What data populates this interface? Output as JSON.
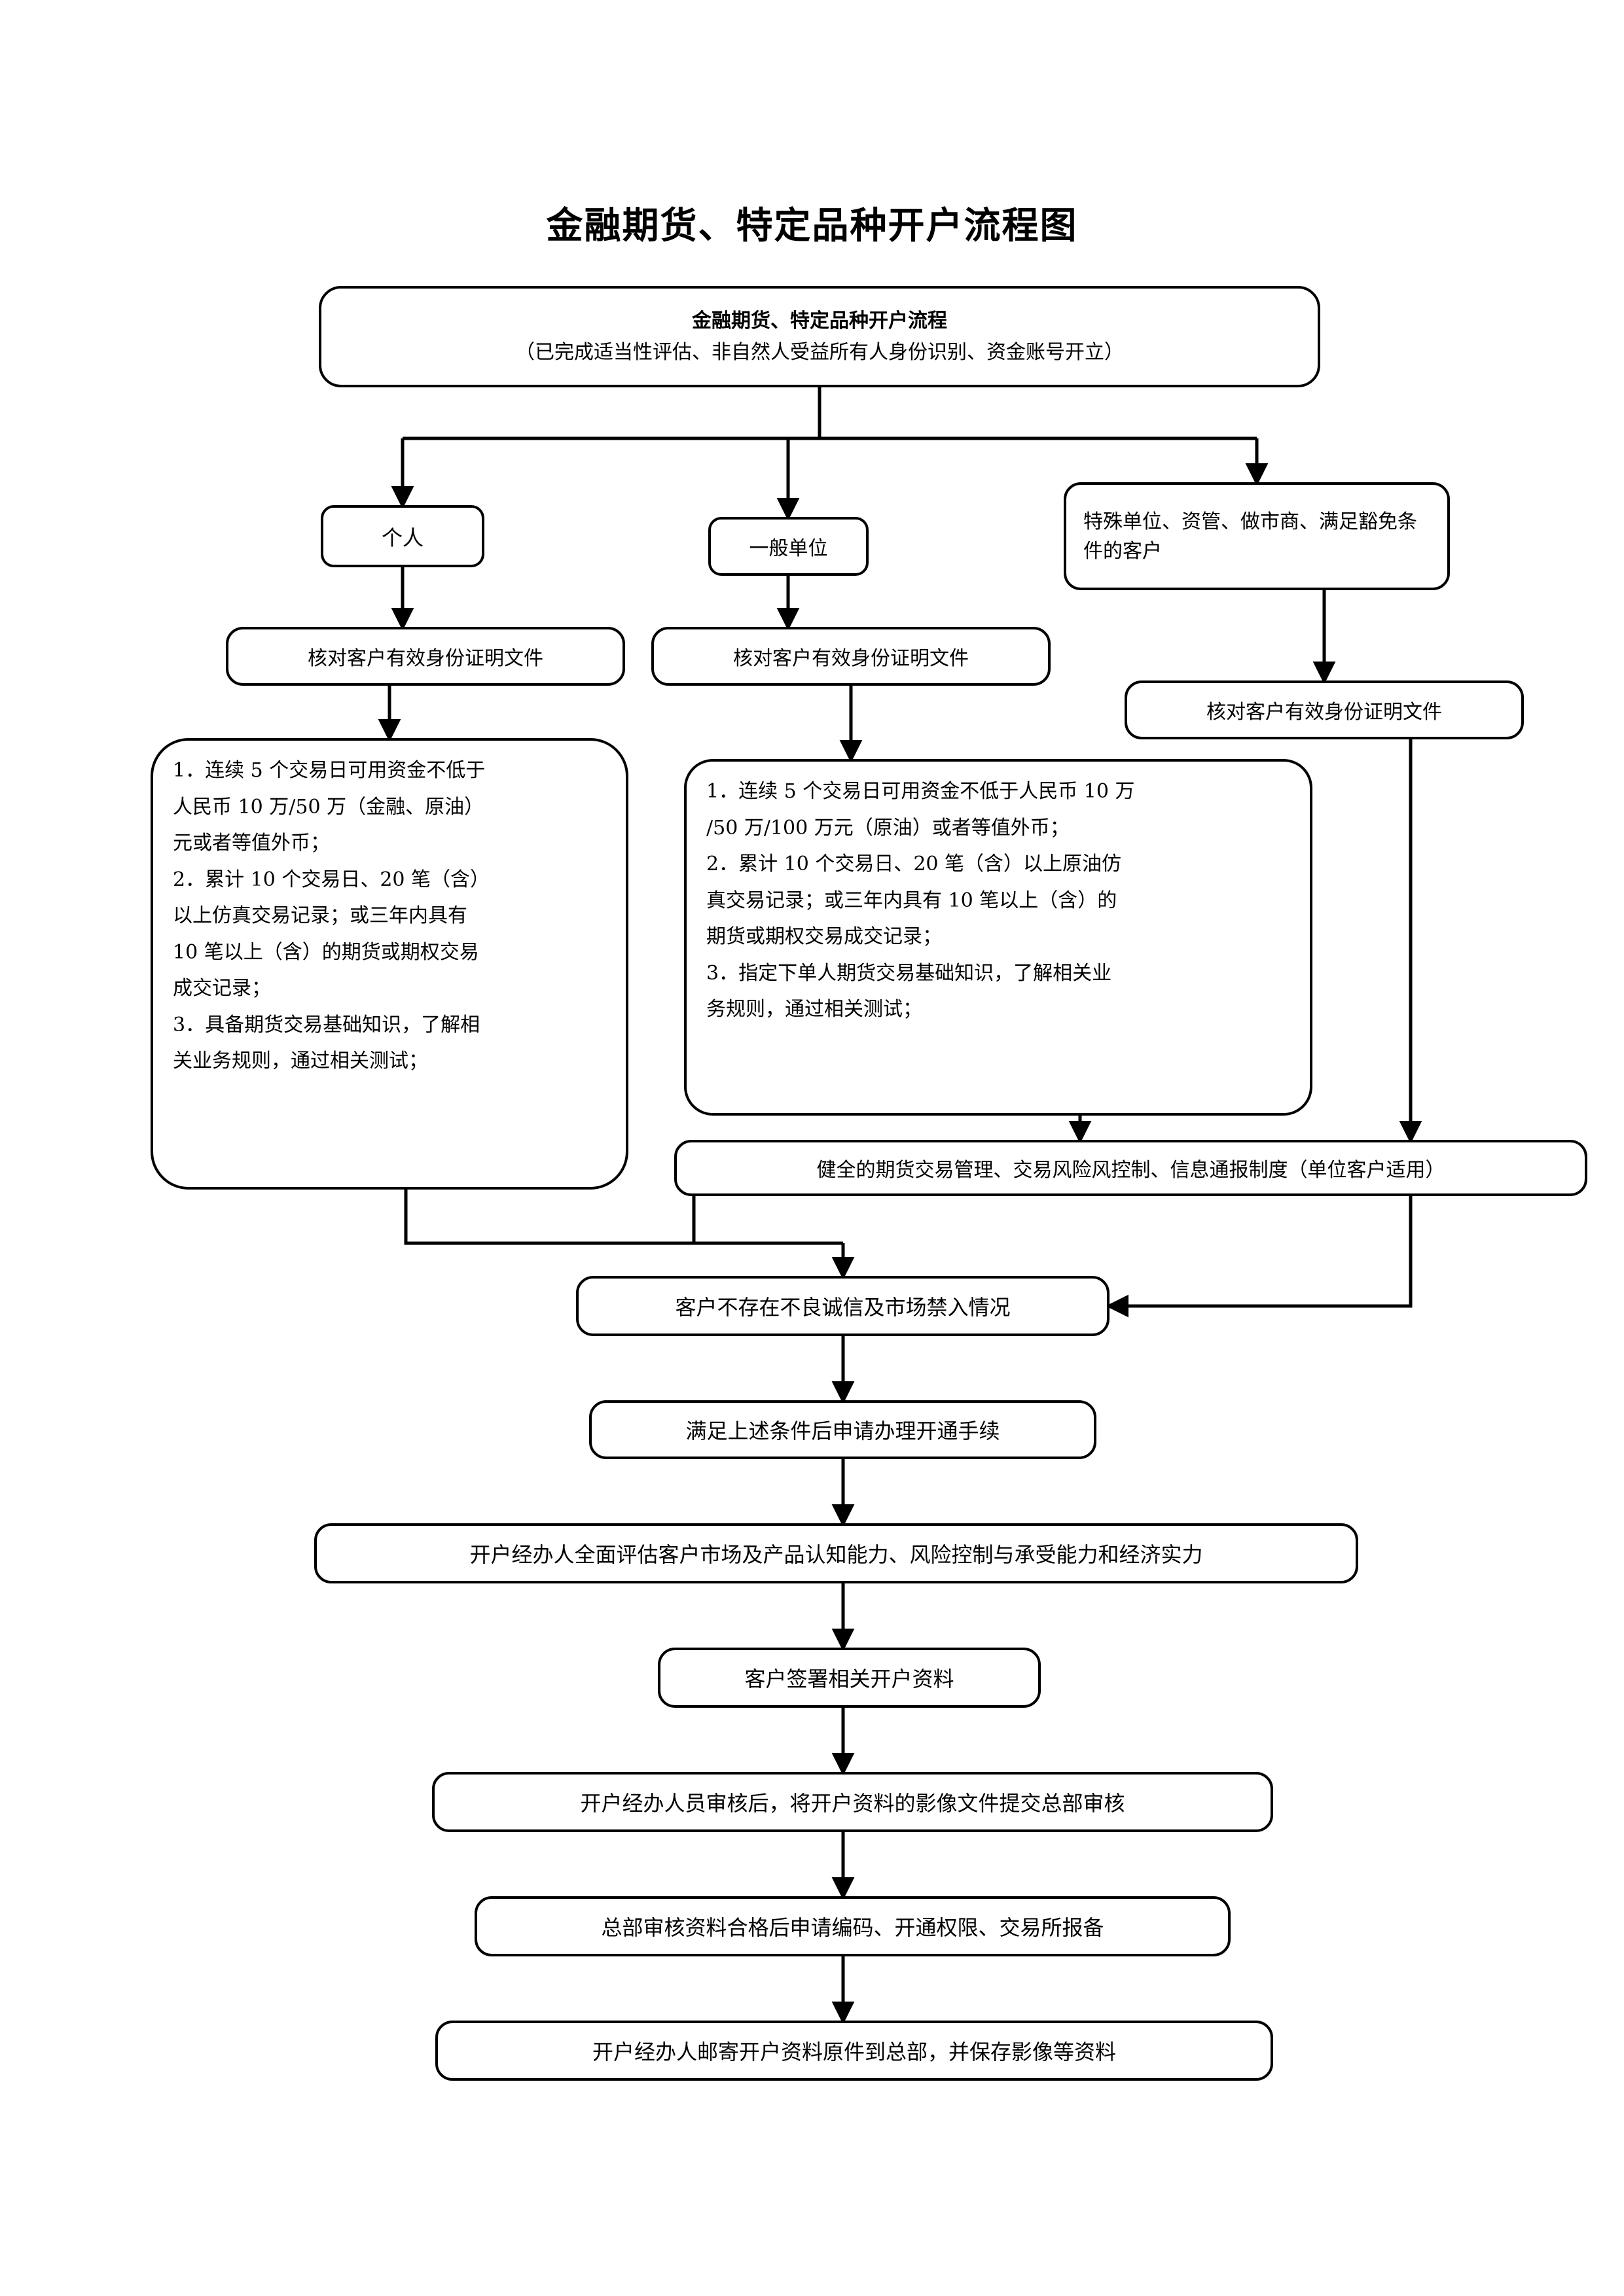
{
  "document": {
    "title": "金融期货、特定品种开户流程图"
  },
  "nodes": {
    "start": {
      "line1": "金融期货、特定品种开户流程",
      "line2": "（已完成适当性评估、非自然人受益所有人身份识别、资金账号开立）"
    },
    "branch_individual": "个人",
    "branch_general_unit": "一般单位",
    "branch_special_unit": "特殊单位、资管、做市商、满足豁免条件的客户",
    "verify_left": "核对客户有效身份证明文件",
    "verify_mid": "核对客户有效身份证明文件",
    "verify_right": "核对客户有效身份证明文件",
    "cond_individual": {
      "lines": [
        "1．连续 5 个交易日可用资金不低于",
        "人民币 10 万/50 万（金融、原油）",
        "元或者等值外币；",
        "2．累计 10 个交易日、20 笔（含）",
        "以上仿真交易记录；或三年内具有",
        "10 笔以上（含）的期货或期权交易",
        "成交记录；",
        "3．具备期货交易基础知识，了解相",
        "关业务规则，通过相关测试；"
      ]
    },
    "cond_unit": {
      "lines": [
        "1．连续 5 个交易日可用资金不低于人民币 10 万",
        "/50 万/100 万元（原油）或者等值外币；",
        "2．累计 10 个交易日、20 笔（含）以上原油仿",
        "真交易记录；或三年内具有 10 笔以上（含）的",
        "期货或期权交易成交记录；",
        "3．指定下单人期货交易基础知识，了解相关业",
        "务规则，通过相关测试；"
      ]
    },
    "unit_rules": "健全的期货交易管理、交易风险风控制、信息通报制度（单位客户适用）",
    "credit_check": "客户不存在不良诚信及市场禁入情况",
    "apply": "满足上述条件后申请办理开通手续",
    "assess": "开户经办人全面评估客户市场及产品认知能力、风险控制与承受能力和经济实力",
    "sign": "客户签署相关开户资料",
    "submit": "开户经办人员审核后，将开户资料的影像文件提交总部审核",
    "code": "总部审核资料合格后申请编码、开通权限、交易所报备",
    "mail": "开户经办人邮寄开户资料原件到总部，并保存影像等资料"
  },
  "style": {
    "line_color": "#000000",
    "background": "#ffffff",
    "text_color": "#000000"
  }
}
